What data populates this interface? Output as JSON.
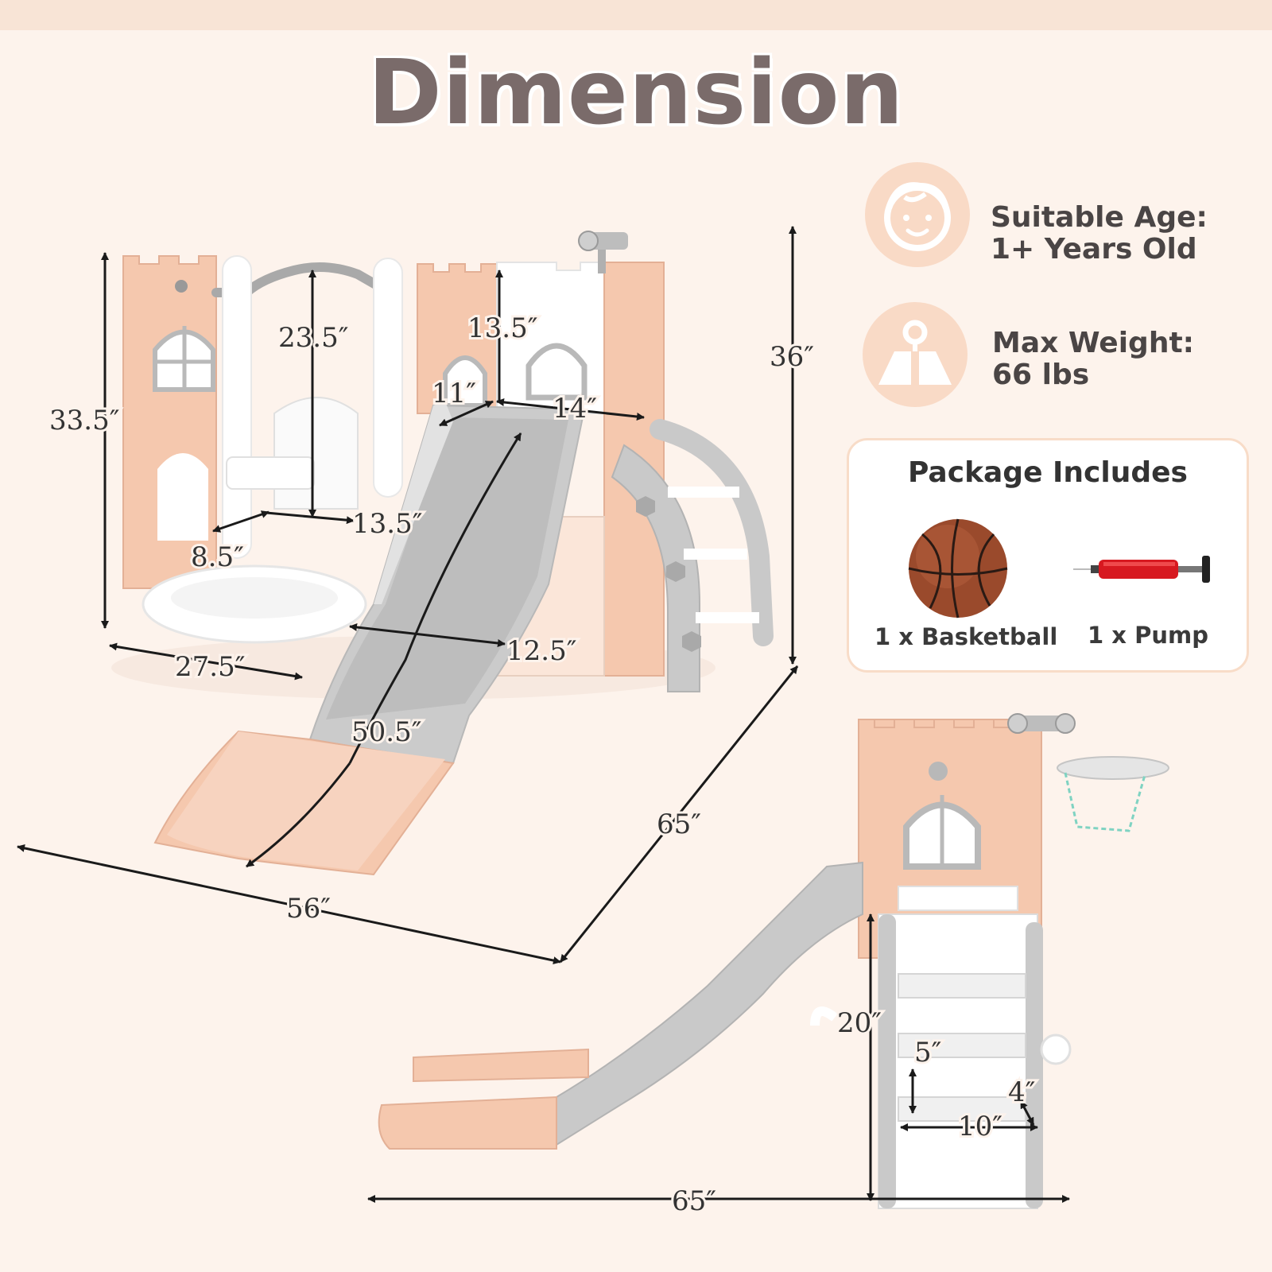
{
  "title": "Dimension",
  "info": [
    {
      "icon": "child-face-icon",
      "line1": "Suitable Age:",
      "line2": "1+ Years Old"
    },
    {
      "icon": "weight-icon",
      "line1": "Max Weight:",
      "line2": "66 lbs"
    }
  ],
  "package": {
    "title": "Package Includes",
    "items": [
      {
        "icon": "basketball-icon",
        "label": "1 x Basketball"
      },
      {
        "icon": "pump-icon",
        "label": "1 x Pump"
      }
    ]
  },
  "dimensions": {
    "tower_height": "33.5″",
    "swing_height": "23.5″",
    "top_height": "13.5″",
    "platform_depth": "11″",
    "platform_width": "14″",
    "seat_width": "13.5″",
    "seat_depth": "8.5″",
    "swing_base": "27.5″",
    "slide_width": "12.5″",
    "slide_length": "50.5″",
    "total_width": "56″",
    "total_depth": "65″",
    "total_height": "36″",
    "side_length": "65″",
    "platform_height": "20″",
    "step_height": "5″",
    "step_depth": "4″",
    "step_width": "10″"
  },
  "colors": {
    "peach": "#f5c8ae",
    "grey": "#c9c9c9",
    "white": "#ffffff",
    "background": "#fdf3ec",
    "text": "#7a6b6a"
  }
}
